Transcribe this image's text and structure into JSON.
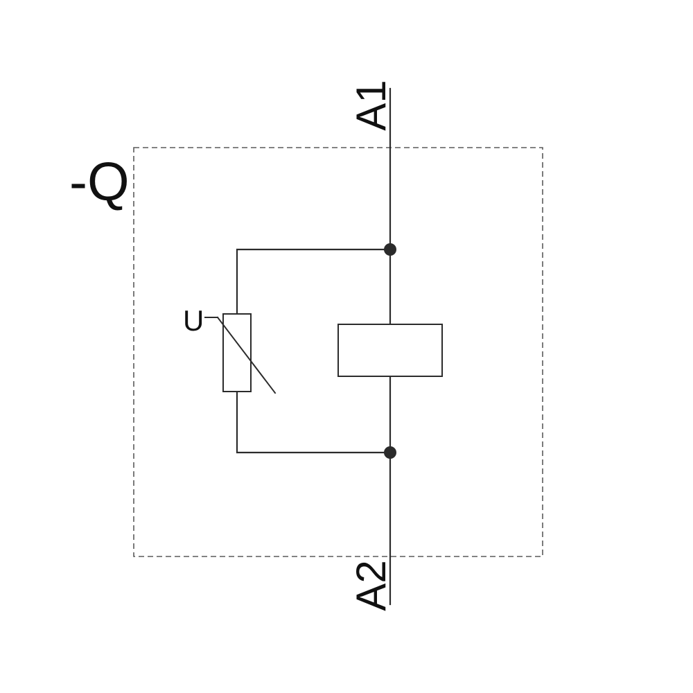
{
  "diagram": {
    "device_tag": "-Q",
    "terminals": {
      "top": "A1",
      "bottom": "A2"
    },
    "varistor_label": "U",
    "colors": {
      "line": "#2b2b2b",
      "boundary": "#5a5a5a",
      "text": "#111111",
      "background": "#ffffff"
    }
  }
}
